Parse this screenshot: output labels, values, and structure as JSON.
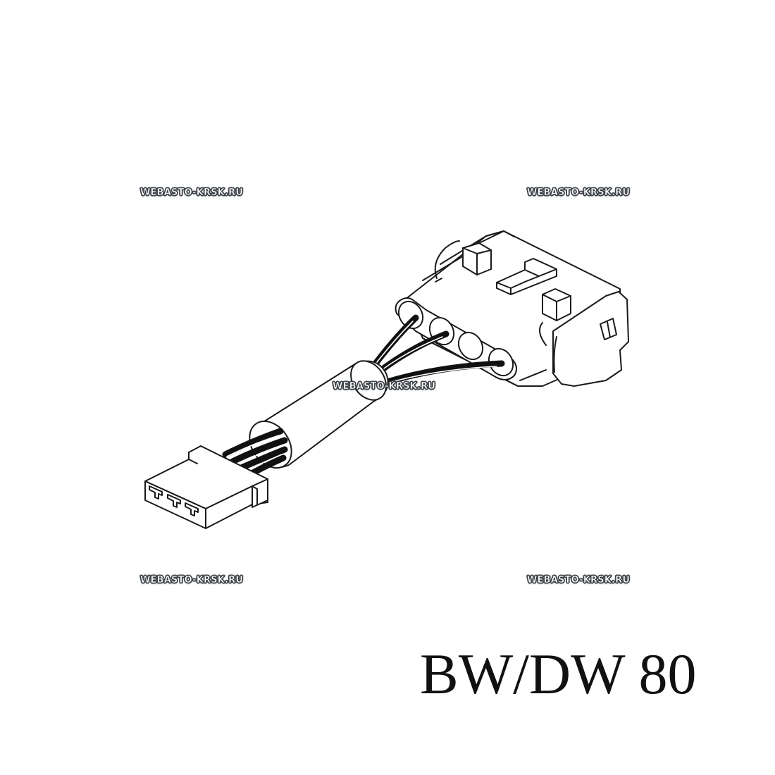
{
  "figure": {
    "subject": "wiring-harness-adapter",
    "components": [
      {
        "name": "large-connector-housing",
        "cavities": 4,
        "wired_cavities": 3
      },
      {
        "name": "cable-sleeve"
      },
      {
        "name": "small-connector-plug",
        "pins": 3
      }
    ]
  },
  "watermarks": {
    "top_left": "WEBASTO-KRSK.RU",
    "top_right": "WEBASTO-KRSK.RU",
    "center": "WEBASTO-KRSK.RU",
    "bottom_left": "WEBASTO-KRSK.RU",
    "bottom_right": "WEBASTO-KRSK.RU"
  },
  "model_label": "BW/DW 80",
  "colors": {
    "background": "#ffffff",
    "line": "#1a1a1a",
    "wire": "#111111",
    "watermark_fill": "#ffffff",
    "watermark_outline": "#3f454b"
  }
}
